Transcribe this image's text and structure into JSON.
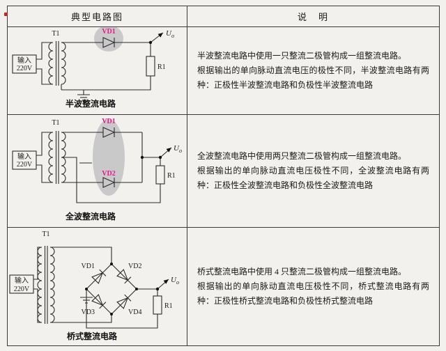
{
  "colors": {
    "highlight": "#c9c9c9",
    "diode_label": "#e6188e",
    "line": "#2b2b2b",
    "table_border": "#3a3a3a",
    "corner_mark": "#cc2222"
  },
  "header": {
    "col1": "典型电路图",
    "col2": "说　明"
  },
  "rows": [
    {
      "caption": "半波整流电路",
      "labels": {
        "t": "T1",
        "vd1": "VD1",
        "r": "R1",
        "u": "U",
        "u_sub": "o",
        "in1": "输入",
        "in2": "220V"
      },
      "desc": [
        "半波整流电路中使用一只整流二极管构成一组整流电路。",
        "根据输出的单向脉动直流电压的极性不同，半波整流电路有两种：正极性半波整流电路和负极性半波整流电路"
      ]
    },
    {
      "caption": "全波整流电路",
      "labels": {
        "t": "T1",
        "vd1": "VD1",
        "vd2": "VD2",
        "r": "R1",
        "u": "U",
        "u_sub": "o",
        "in1": "输入",
        "in2": "220V"
      },
      "desc": [
        "全波整流电路中使用两只整流二极管构成一组整流电路。",
        "根据输出的单向脉动直流电压极性不同，全波整流电路有两种：正极性全波整流电路和负极性全波整流电路"
      ]
    },
    {
      "caption": "桥式整流电路",
      "labels": {
        "t": "T1",
        "vd1": "VD1",
        "vd2": "VD2",
        "vd3": "VD3",
        "vd4": "VD4",
        "r": "R1",
        "u": "U",
        "u_sub": "o",
        "in1": "输入",
        "in2": "220V"
      },
      "desc": [
        "桥式整流电路中使用 4 只整流二极管构成一组整流电路。",
        "根据输出的单向脉动直流电压极性不同，桥式整流电路有两种：正极性桥式整流电路和负极性桥式整流电路"
      ]
    }
  ]
}
